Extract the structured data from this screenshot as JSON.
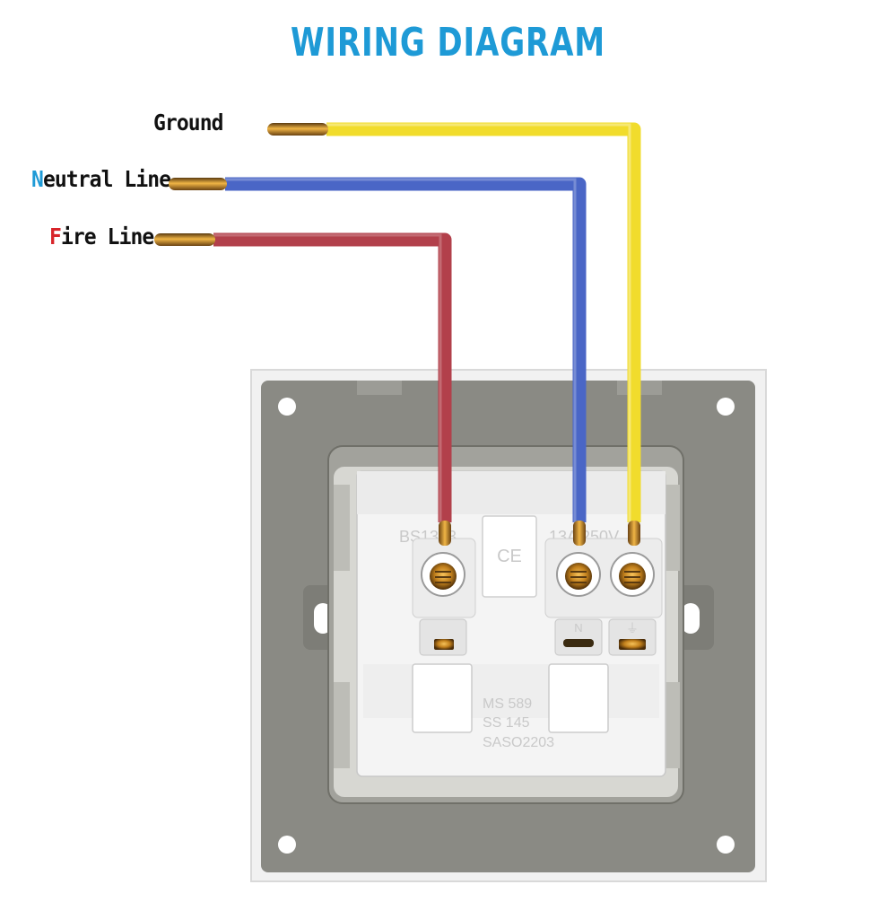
{
  "title": "WIRING DIAGRAM",
  "colors": {
    "title": "#1e9ad6",
    "ground_wire": "#f1dc2c",
    "neutral_wire": "#4a66c6",
    "fire_wire": "#b2404b",
    "neutral_initial": "#1e9ad6",
    "fire_initial": "#d8242a",
    "plate": "#8a8a84",
    "frame": "#f2f2f2",
    "socket_body": "#f4f4f4"
  },
  "wires": {
    "ground": {
      "label": "Ground"
    },
    "neutral": {
      "initial": "N",
      "rest": "eutral Line"
    },
    "fire": {
      "initial": "F",
      "rest": "ire Line"
    }
  },
  "socket": {
    "top_left_mark": "BS1363",
    "ce_mark": "CE",
    "top_right_mark": "13A 250V",
    "terminal_n": "N",
    "terminal_e": "⏚",
    "standard_1": "MS 589",
    "standard_2": "SS 145",
    "standard_3": "SASO2203"
  }
}
